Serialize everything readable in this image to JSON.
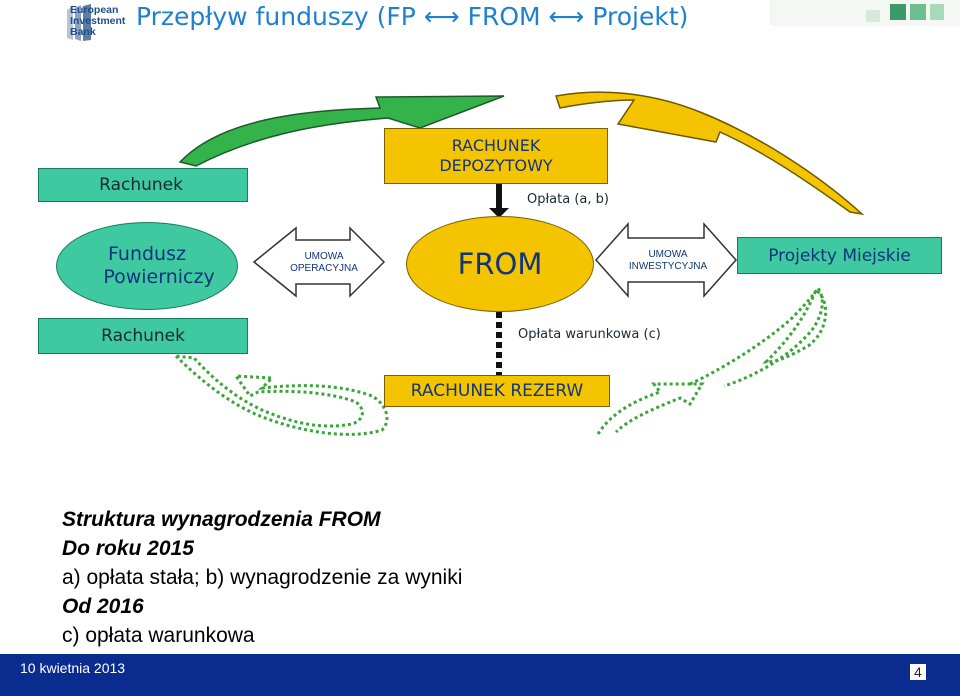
{
  "header": {
    "logo_line1": "European",
    "logo_line2": "Investment",
    "logo_line3": "Bank",
    "title": "Przepływ funduszy  (FP ⟷ FROM ⟷ Projekt)"
  },
  "diagram": {
    "rachunek_top": "Rachunek",
    "rachunek_bottom": "Rachunek",
    "fundusz_line1": "Fundusz",
    "fundusz_line2": "Powierniczy",
    "umowa_oper_line1": "UMOWA",
    "umowa_oper_line2": "OPERACYJNA",
    "from": "FROM",
    "umowa_inv_line1": "UMOWA",
    "umowa_inv_line2": "INWESTYCYJNA",
    "projekty": "Projekty Miejskie",
    "depozyt_line1": "RACHUNEK",
    "depozyt_line2": "DEPOZYTOWY",
    "oplata_ab": "Opłata (a, b)",
    "oplata_c": "Opłata warunkowa (c)",
    "rezerw": "RACHUNEK REZERW"
  },
  "structure": {
    "line1": "Struktura wynagrodzenia FROM",
    "line2": "Do roku 2015",
    "line3": "a) opłata stała; b) wynagrodzenie za wyniki",
    "line4": "Od 2016",
    "line5": "c) opłata warunkowa"
  },
  "footer": {
    "date": "10 kwietnia 2013",
    "page": "4"
  },
  "colors": {
    "teal": "#3ec9a0",
    "yellow": "#f5c400",
    "navy": "#0a2c8e",
    "title_blue": "#1f7fd0",
    "arrow_green": "#33b34a",
    "dashed_green": "#3aa63a"
  }
}
